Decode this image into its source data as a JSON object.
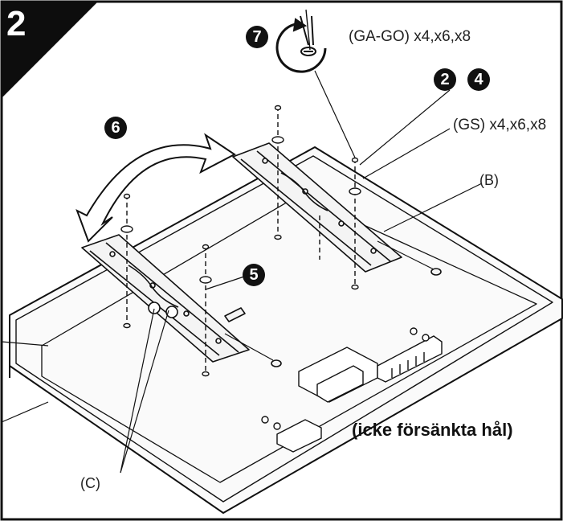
{
  "step_number": "2",
  "callouts": {
    "c7": "7",
    "c2": "2",
    "c4": "4",
    "c6": "6",
    "c5": "5"
  },
  "labels": {
    "ga_go": "(GA-GO) x4,x6,x8",
    "gs": "(GS) x4,x6,x8",
    "b": "(B)",
    "c": "(C)",
    "note": "(icke försänkta hål)"
  },
  "icons": {
    "screw_turn": "screwdriver-rotate-icon",
    "arrow": "double-curved-arrow-icon"
  },
  "colors": {
    "ink": "#111111",
    "paper": "#ffffff",
    "corner": "#0d0d0d"
  }
}
